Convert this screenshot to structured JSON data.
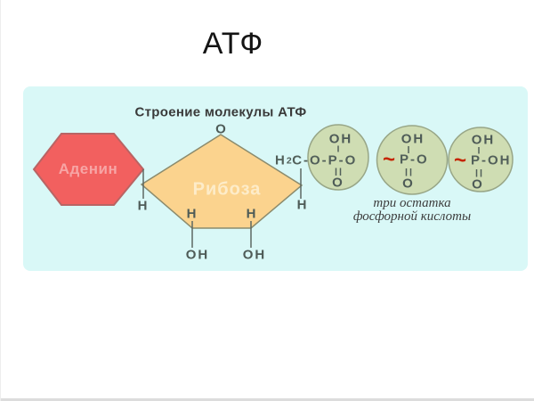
{
  "page": {
    "title": "АТФ"
  },
  "panel": {
    "heading": "Строение молекулы АТФ",
    "adenine": {
      "label": "Аденин"
    },
    "ribose": {
      "label": "Рибоза",
      "top_o": "O",
      "left_h": "H",
      "right_h": "H",
      "inner_h_left": "H",
      "inner_h_right": "H",
      "oh_left": "OH",
      "oh_right": "OH"
    },
    "chain": {
      "prefix": "H",
      "sub": "2",
      "suffix": "C-O-P-O"
    },
    "phosphates": [
      {
        "top": "OH",
        "bottom": "O"
      },
      {
        "top": "OH",
        "tilde": "~",
        "row": "P-O",
        "bottom": "O"
      },
      {
        "top": "OH",
        "tilde": "~",
        "row": "P-OH",
        "bottom": "O"
      }
    ],
    "caption_line1": "три остатка",
    "caption_line2": "фосфорной кислоты"
  },
  "colors": {
    "panel_bg": "#d9f8f7",
    "adenine_fill": "#f2605f",
    "adenine_border": "#b96464",
    "adenine_text": "#f7a5a5",
    "ribose_fill": "#fbd38e",
    "ribose_border": "#8b8b6d",
    "ribose_text": "#fdecc9",
    "phosphate_fill": "#cfddb3",
    "phosphate_border": "#98a687",
    "chem_text": "#4e5b57",
    "high_energy_bond": "#c52500"
  }
}
